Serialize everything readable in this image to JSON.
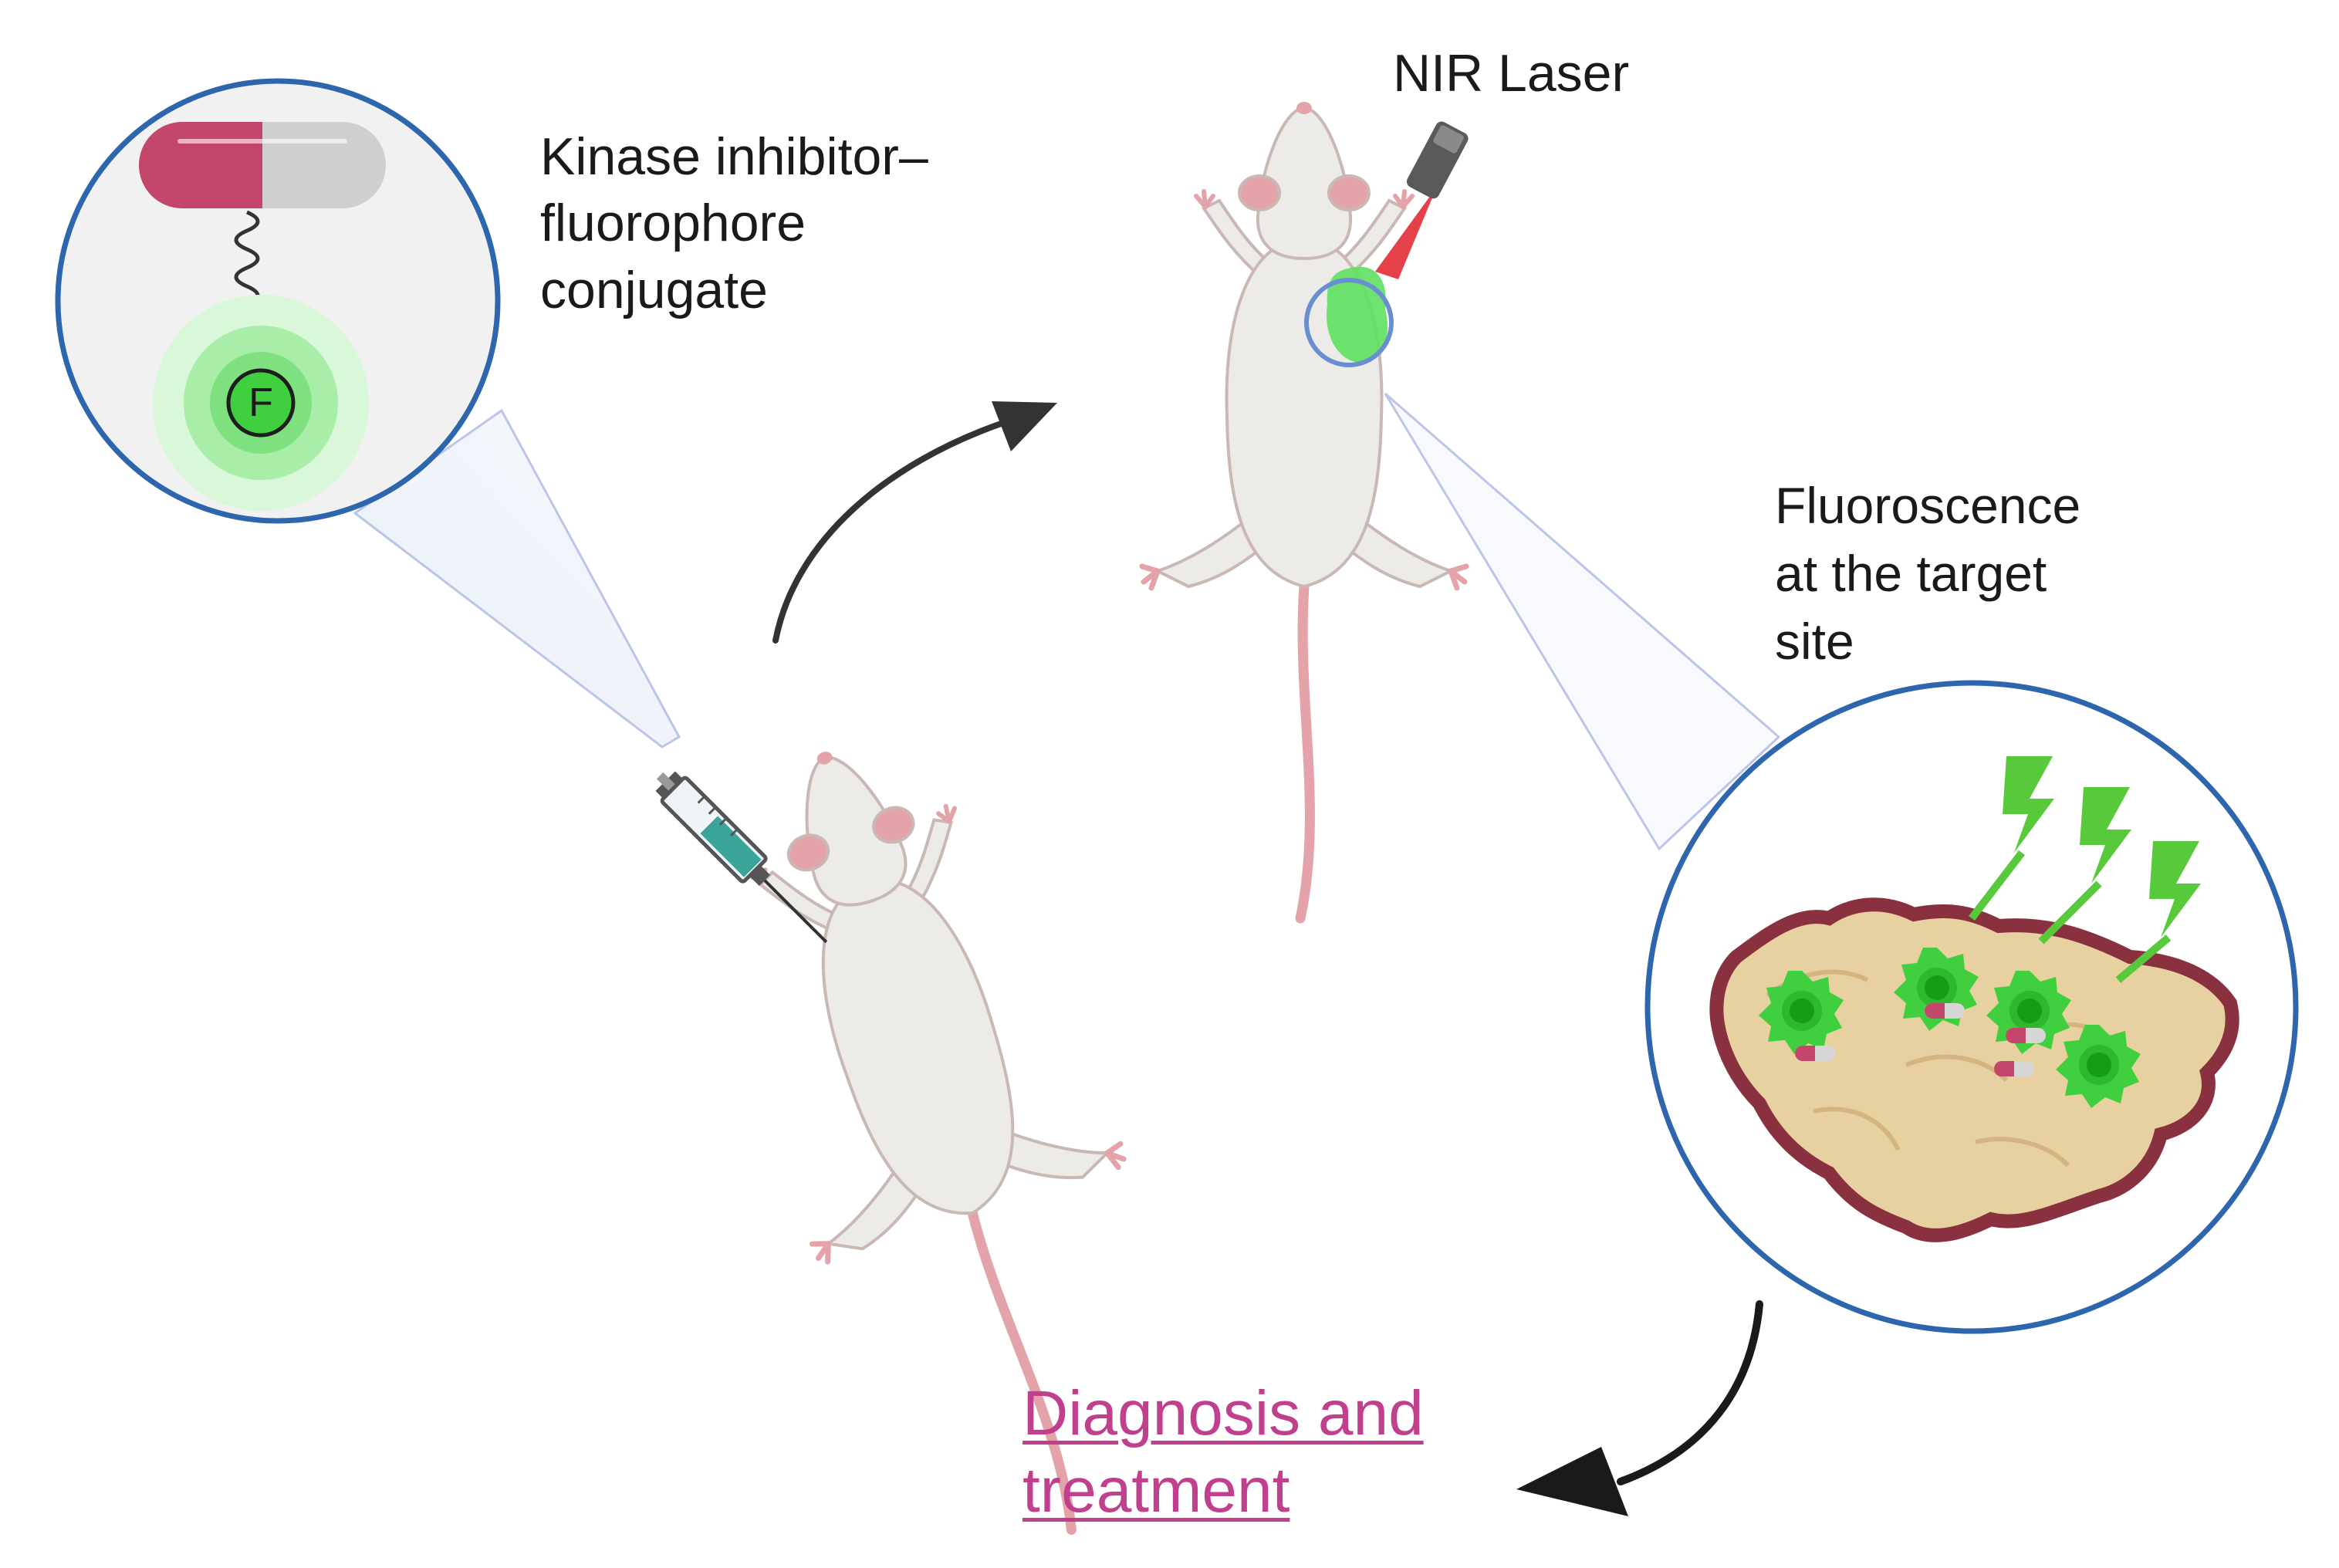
{
  "labels": {
    "conjugate": [
      "Kinase inhibitor–",
      "fluorophore",
      "conjugate"
    ],
    "laser": "NIR Laser",
    "fluorescence": [
      "Fluoroscence",
      "at the target",
      "site"
    ],
    "outcome": [
      "Diagnosis and ",
      "treatment "
    ]
  },
  "fluorophore_symbol": "F",
  "colors": {
    "circle_border": "#2e66ad",
    "capsule_pink": "#c4466a",
    "capsule_grey": "#cfcfcf",
    "fluor_green": "#3fcf3f",
    "laser_red": "#e0202a",
    "tissue": "#e8d1a0",
    "tissue_border": "#8a3140",
    "mouse_body": "#ecebe8",
    "mouse_pink": "#e3a3a8",
    "arrow": "#333333",
    "outcome_text": "#c0408e"
  },
  "icons": [
    "capsule-icon",
    "fluorophore-icon",
    "syringe-icon",
    "mouse-icon",
    "laser-icon",
    "lightning-icon",
    "tumor-cell-icon"
  ]
}
